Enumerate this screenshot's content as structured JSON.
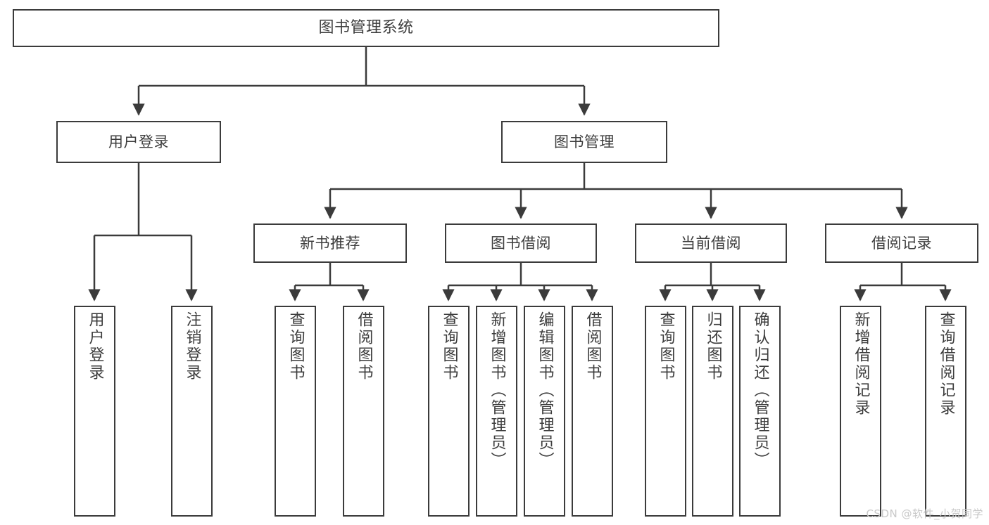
{
  "diagram": {
    "title": "图书管理系统",
    "watermark": "CSDN @软件_小贺同学",
    "line_color": "#3b3b3b",
    "text_color": "#3d3d3d",
    "background": "#ffffff",
    "levels": {
      "root": {
        "label": "图书管理系统"
      },
      "level2": [
        {
          "label": "用户登录"
        },
        {
          "label": "图书管理"
        }
      ],
      "level3": [
        {
          "label": "新书推荐"
        },
        {
          "label": "图书借阅"
        },
        {
          "label": "当前借阅"
        },
        {
          "label": "借阅记录"
        }
      ],
      "leaves": {
        "user_login": [
          {
            "label": "用户登录"
          },
          {
            "label": "注销登录"
          }
        ],
        "new_book_recommend": [
          {
            "label": "查询图书"
          },
          {
            "label": "借阅图书"
          }
        ],
        "book_borrow": [
          {
            "label": "查询图书"
          },
          {
            "label": "新增图书（管理员）"
          },
          {
            "label": "编辑图书（管理员）"
          },
          {
            "label": "借阅图书"
          }
        ],
        "current_borrow": [
          {
            "label": "查询图书"
          },
          {
            "label": "归还图书"
          },
          {
            "label": "确认归还（管理员）"
          }
        ],
        "borrow_record": [
          {
            "label": "新增借阅记录"
          },
          {
            "label": "查询借阅记录"
          }
        ]
      }
    }
  }
}
